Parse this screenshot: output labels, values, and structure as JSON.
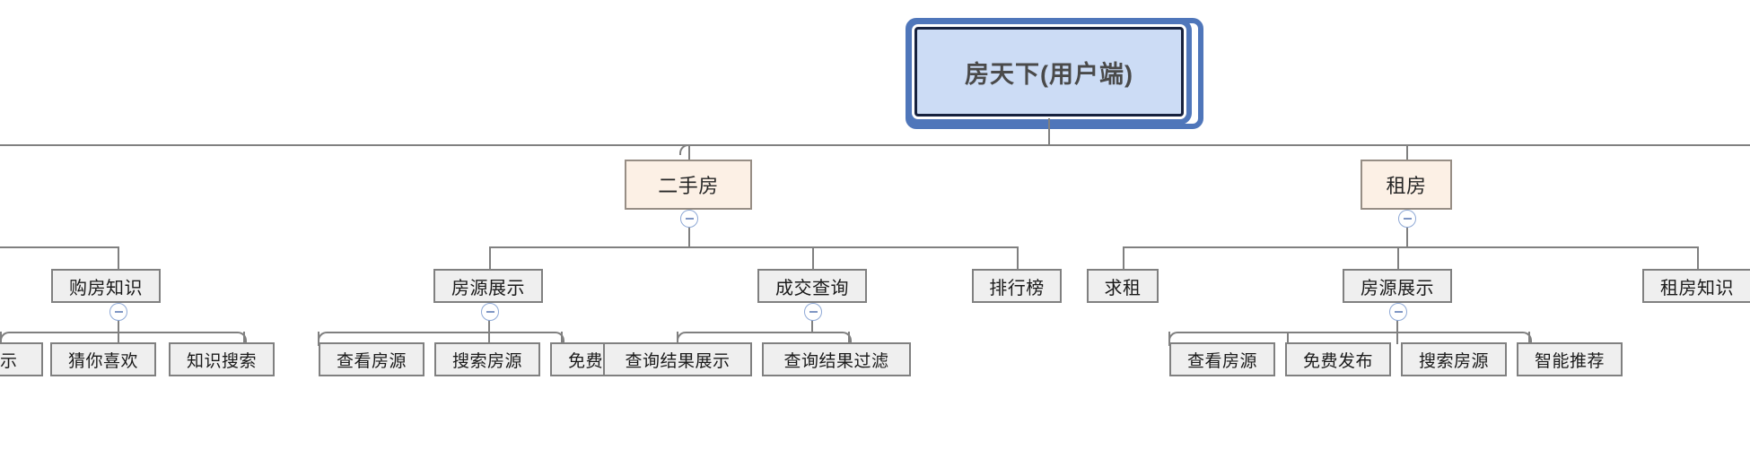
{
  "diagram": {
    "type": "mindmap-tree",
    "orientation": "top-down",
    "title_node": "房天下(用户端)",
    "colors": {
      "root_fill": "#ccdcf5",
      "root_border": "#4f76ba",
      "level2_fill": "#fcf0e5",
      "level2_border": "#978e85",
      "node_fill": "#efefef",
      "node_border": "#808080",
      "connector": "#808080",
      "toggle_border": "#8fa9d6"
    }
  },
  "root": {
    "label": "房天下(用户端)"
  },
  "level2": {
    "ershoufang": {
      "label": "二手房",
      "collapsed": false,
      "toggle": "minus"
    },
    "zufang": {
      "label": "租房",
      "collapsed": false,
      "toggle": "minus"
    }
  },
  "level3": {
    "gouzhi": {
      "label": "购房知识",
      "toggle": "minus"
    },
    "fangyuan_esf": {
      "label": "房源展示",
      "toggle": "minus"
    },
    "chengjiao": {
      "label": "成交查询",
      "toggle": "minus"
    },
    "paihang": {
      "label": "排行榜",
      "toggle": "none"
    },
    "qiuzu": {
      "label": "求租",
      "toggle": "none"
    },
    "fangyuan_zf": {
      "label": "房源展示",
      "toggle": "minus"
    },
    "zuzhi": {
      "label": "租房知识",
      "toggle": "none"
    }
  },
  "leaves": {
    "gouzhi_children": [
      {
        "label": "展示",
        "clipped": true
      },
      {
        "label": "猜你喜欢"
      },
      {
        "label": "知识搜索"
      }
    ],
    "fangyuan_esf_children": [
      {
        "label": "查看房源"
      },
      {
        "label": "搜索房源"
      },
      {
        "label": "免费发布"
      }
    ],
    "chengjiao_children": [
      {
        "label": "查询结果展示"
      },
      {
        "label": "查询结果过滤"
      }
    ],
    "fangyuan_zf_children": [
      {
        "label": "查看房源"
      },
      {
        "label": "免费发布"
      },
      {
        "label": "搜索房源"
      },
      {
        "label": "智能推荐"
      }
    ]
  }
}
